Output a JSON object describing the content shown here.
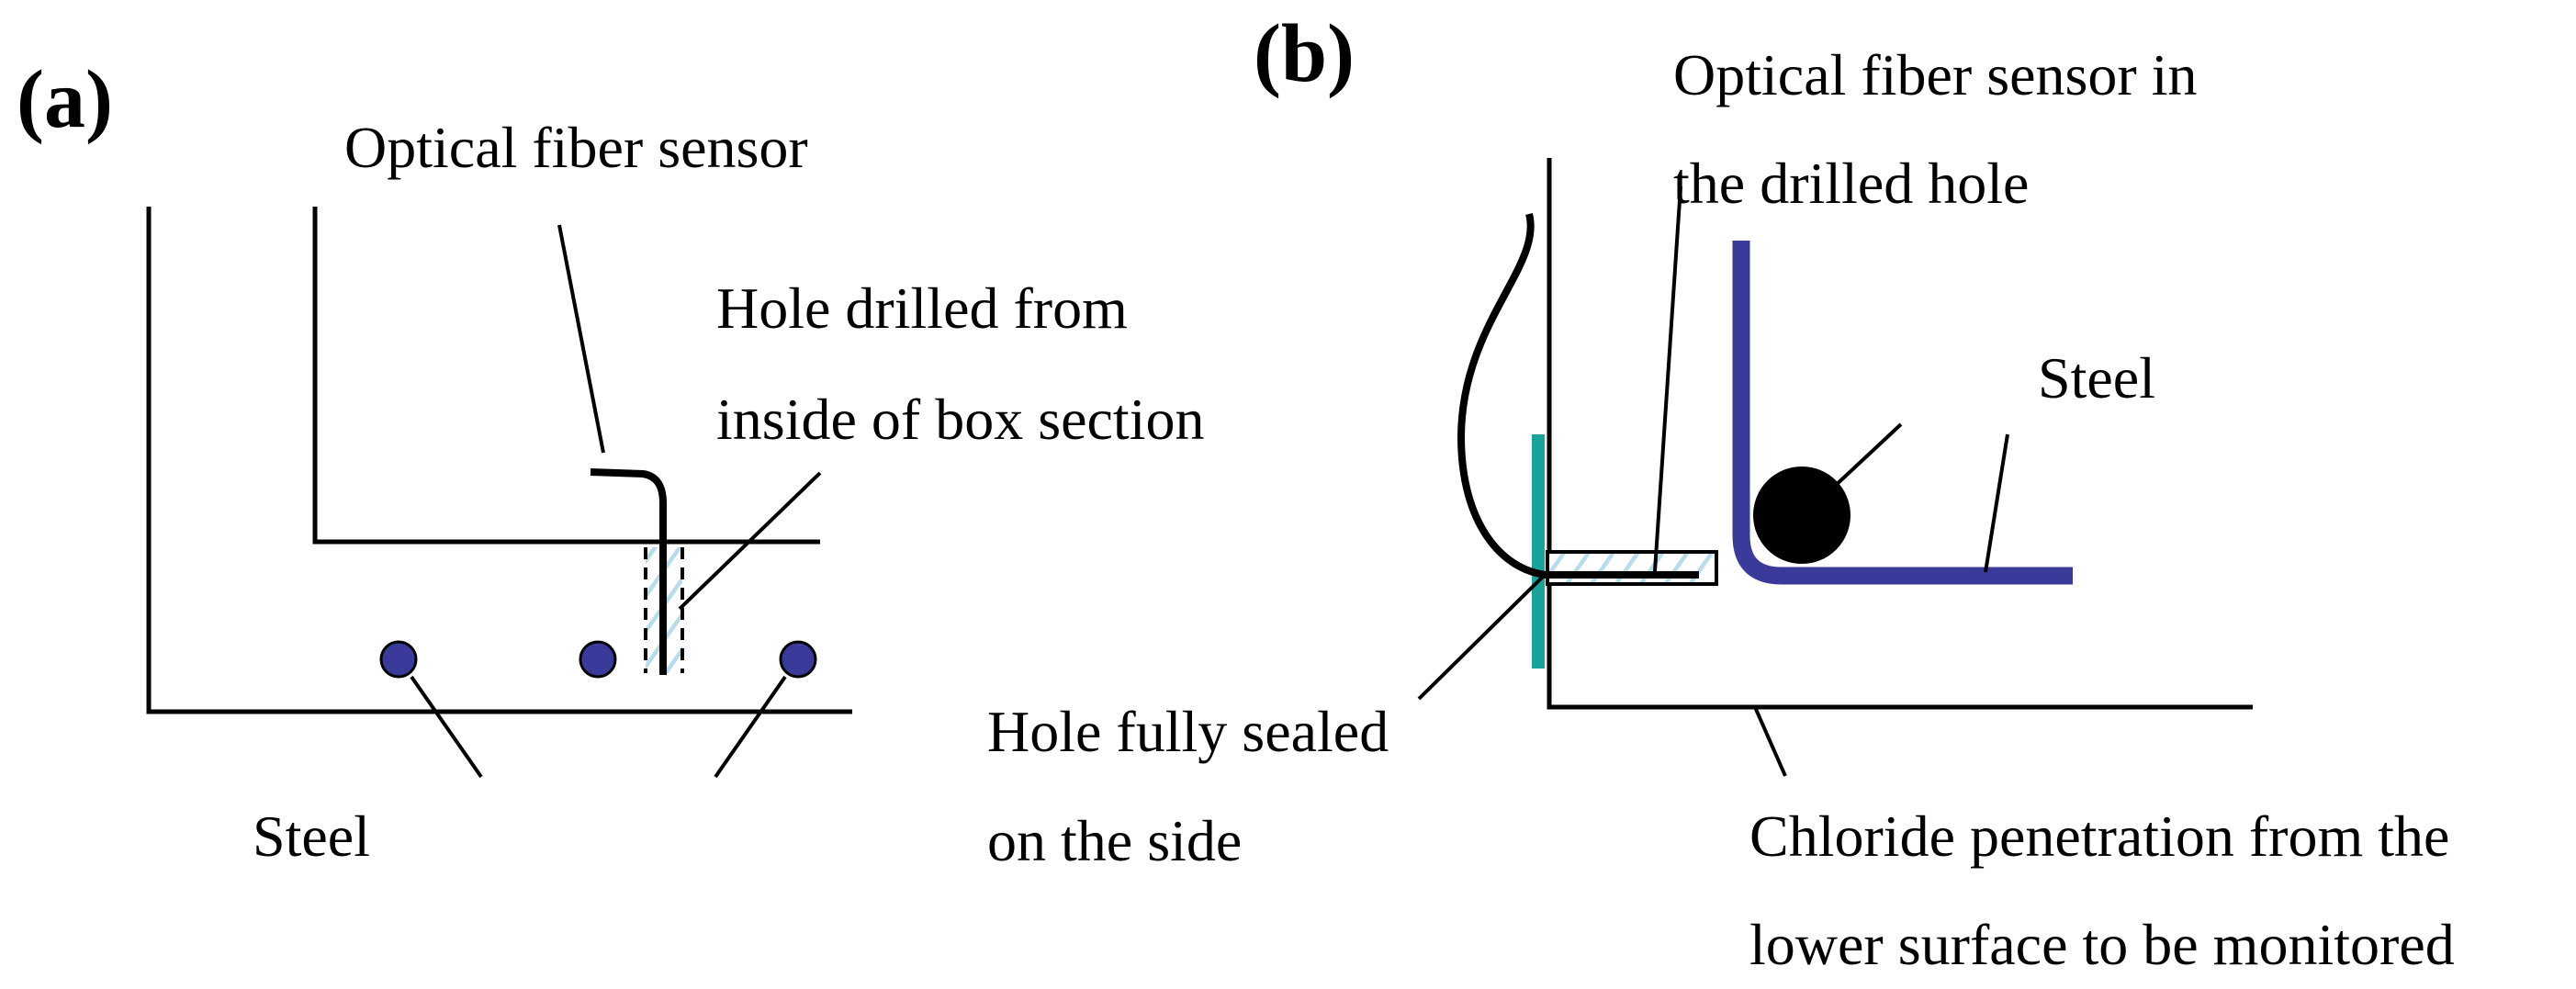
{
  "panel_a": {
    "tag": "(a)",
    "label_sensor": "Optical fiber sensor",
    "label_hole_line1": "Hole drilled from",
    "label_hole_line2": "inside of box section",
    "label_steel": "Steel"
  },
  "panel_b": {
    "tag": "(b)",
    "label_sensor_line1": "Optical fiber sensor in",
    "label_sensor_line2": "the drilled hole",
    "label_steel": "Steel",
    "label_sealed_line1": "Hole fully sealed",
    "label_sealed_line2": "on the side",
    "label_chloride_line1": "Chloride penetration from the",
    "label_chloride_line2": "lower surface to be monitored"
  },
  "colors": {
    "line": "#000000",
    "steel": "#3a3a9a",
    "seal": "#1aa39a",
    "fill_hatch": "#b8dcea"
  }
}
